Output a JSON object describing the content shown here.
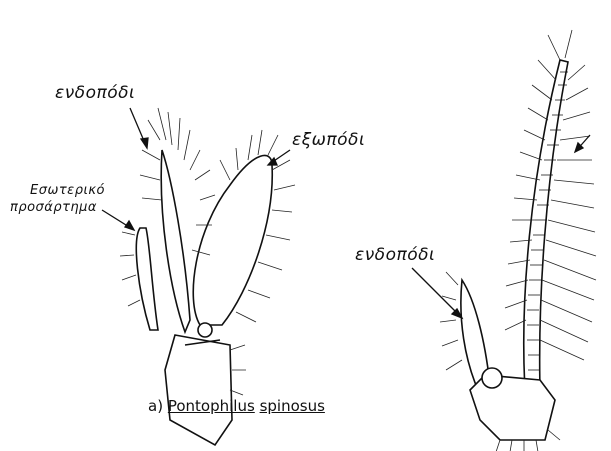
{
  "labels": {
    "left_endopod": "ενδοπόδι",
    "left_exopod": "εξωπόδι",
    "appendage_line1": "Εσωτερικό",
    "appendage_line2": "προσάρτημα",
    "right_endopod": "ενδοπόδι"
  },
  "caption": {
    "prefix": "a)",
    "genus": "Pontophilus",
    "species": "spinosus"
  }
}
